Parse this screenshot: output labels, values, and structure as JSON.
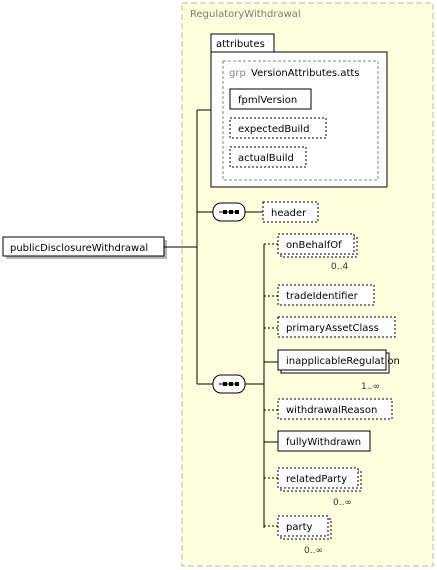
{
  "diagram": {
    "type_name": "RegulatoryWithdrawal",
    "root_element": "publicDisclosureWithdrawal",
    "attributes_title": "attributes",
    "attribute_group": {
      "prefix": "grp",
      "name": "VersionAttributes.atts"
    },
    "attribute_items": [
      "fpmlVersion",
      "expectedBuild",
      "actualBuild"
    ],
    "header": "header",
    "sequence_items": [
      {
        "name": "onBehalfOf",
        "cardinality": "0..4"
      },
      {
        "name": "tradeIdentifier",
        "cardinality": ""
      },
      {
        "name": "primaryAssetClass",
        "cardinality": ""
      },
      {
        "name": "inapplicableRegulation",
        "cardinality": "1..∞"
      },
      {
        "name": "withdrawalReason",
        "cardinality": ""
      },
      {
        "name": "fullyWithdrawn",
        "cardinality": ""
      },
      {
        "name": "relatedParty",
        "cardinality": "0..∞"
      },
      {
        "name": "party",
        "cardinality": "0..∞"
      }
    ]
  },
  "colors": {
    "type_fill": "#ffffdd",
    "type_border": "#bebe8c",
    "shadow": "#b8b8b8"
  }
}
